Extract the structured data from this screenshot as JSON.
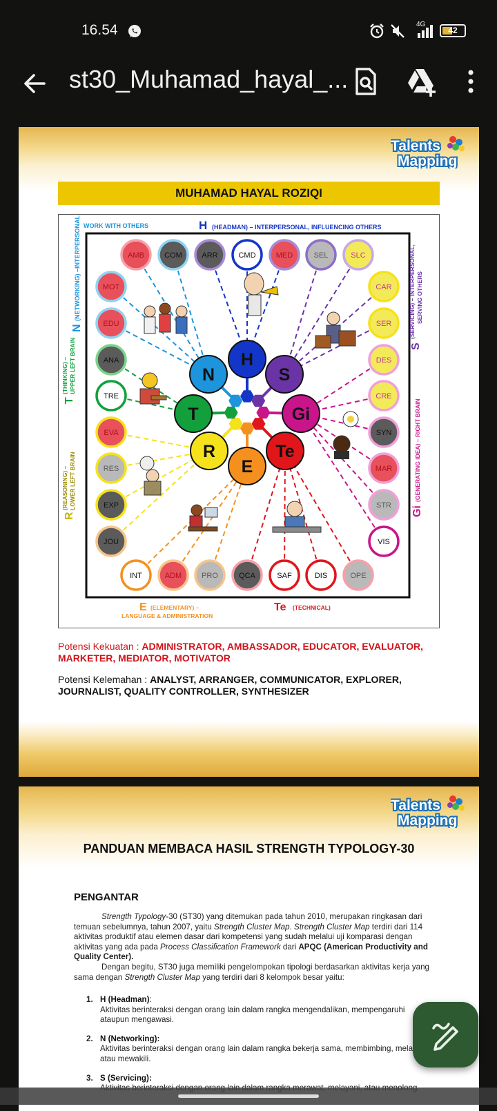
{
  "status_bar": {
    "time": "16.54",
    "network": "4G",
    "battery": "42",
    "icons": [
      "whatsapp-icon",
      "alarm-icon",
      "mute-icon",
      "signal-icon",
      "battery-icon"
    ]
  },
  "app_bar": {
    "title": "st30_Muhamad_hayal_...",
    "icons": [
      "back-arrow-icon",
      "search-document-icon",
      "drive-add-icon",
      "more-vert-icon"
    ]
  },
  "page1": {
    "logo": {
      "line1": "Talents",
      "line2": "Mapping"
    },
    "name": "MUHAMAD HAYAL ROZIQI",
    "map": {
      "labels": {
        "work_with_others": "WORK WITH OTHERS",
        "h_letter": "H",
        "h_desc": "(HEADMAN) – INTERPERSONAL, INFLUENCING OTHERS",
        "n_letter": "N",
        "n_desc": "(NETWORKING) –INTERPERSONAL",
        "t_letter": "T",
        "t_desc1": "(THINKING) –",
        "t_desc2": "UPPER LEFT BRAIN",
        "r_letter": "R",
        "r_desc1": "(REASONING) –",
        "r_desc2": "LOWER LEFT BRAIN",
        "s_letter": "S",
        "s_desc1": "(SERVICING) – INTERPERSONAL,",
        "s_desc2": "SERVING OTHERS",
        "gi_letter": "Gi",
        "gi_desc": "(GENERATING IDEA) – RIGHT BRAIN",
        "e_letter": "E",
        "e_desc1": "(ELEMENTARY) –",
        "e_desc2": "LANGUAGE & ADMINISTRATION",
        "te_letter": "Te",
        "te_desc": "(TECHNICAL)"
      },
      "clusters": [
        "H",
        "S",
        "Gi",
        "Te",
        "E",
        "R",
        "T",
        "N"
      ],
      "top_row": [
        "AMB",
        "COM",
        "ARR",
        "CMD",
        "MED",
        "SEL",
        "SLC"
      ],
      "left_col": [
        "MOT",
        "EDU",
        "ANA",
        "TRE",
        "EVA",
        "RES",
        "EXP",
        "JOU"
      ],
      "right_col": [
        "CAR",
        "SER",
        "DES",
        "CRE",
        "SYN",
        "MAR",
        "STR",
        "VIS"
      ],
      "bottom_row": [
        "INT",
        "ADM",
        "PRO",
        "QCA",
        "SAF",
        "DIS",
        "OPE"
      ]
    },
    "strengths_label": "Potensi Kekuatan : ",
    "strengths": "ADMINISTRATOR, AMBASSADOR, EDUCATOR, EVALUATOR, MARKETER, MEDIATOR, MOTIVATOR",
    "weaknesses_label": "Potensi Kelemahan : ",
    "weaknesses": "ANALYST, ARRANGER, COMMUNICATOR, EXPLORER, JOURNALIST, QUALITY CONTROLLER, SYNTHESIZER"
  },
  "page2": {
    "logo": {
      "line1": "Talents",
      "line2": "Mapping"
    },
    "title": "PANDUAN MEMBACA HASIL STRENGTH TYPOLOGY-30",
    "heading": "PENGANTAR",
    "para1_a": "Strength Typology",
    "para1_b": "-30 (ST30) yang ditemukan pada tahun 2010, merupakan ringkasan dari temuan sebelumnya, tahun 2007, yaitu ",
    "para1_c": "Strength Cluster Map",
    "para1_d": ". ",
    "para1_e": "Strength Cluster Map",
    "para1_f": " terdiri dari 114 aktivitas produktif atau elemen dasar dari kompetensi yang sudah melalui uji komparasi dengan aktivitas yang ada pada ",
    "para1_g": "Process Classification Framework",
    "para1_h": " dari ",
    "para1_i": "APQC (American Productivity and Quality Center).",
    "para2_a": "Dengan begitu, ST30 juga memiliki pengelompokan tipologi berdasarkan aktivitas kerja yang sama dengan ",
    "para2_b": "Strength Cluster Map",
    "para2_c": " yang terdiri dari 8 kelompok besar yaitu:",
    "list": [
      {
        "num": "1.",
        "title": "H (Headman)",
        "colon": ":",
        "desc": "Aktivitas berinteraksi dengan orang lain dalam rangka mengendalikan, mempengaruhi ataupun mengawasi."
      },
      {
        "num": "2.",
        "title": "N (Networking):",
        "colon": "",
        "desc": "Aktivitas berinteraksi dengan orang lain dalam rangka bekerja sama, membimbing, melatih, atau mewakili."
      },
      {
        "num": "3.",
        "title": "S (Servicing):",
        "colon": "",
        "desc": "Aktivitas berinteraksi dengan orang lain dalam rangka merawat, melayani, atau menolong."
      }
    ]
  },
  "fab": {
    "icon": "edit-pen-icon"
  },
  "colors": {
    "background": "#121311",
    "fab": "#2e5a32",
    "name_bar": "#ecc700",
    "strength_text": "#d0141b",
    "H": "#1436c8",
    "S": "#6a34a6",
    "Gi": "#c8158a",
    "Te": "#e0161b",
    "E": "#f5901f",
    "R": "#f6e21b",
    "T": "#13a03c",
    "N": "#1d94dc"
  }
}
